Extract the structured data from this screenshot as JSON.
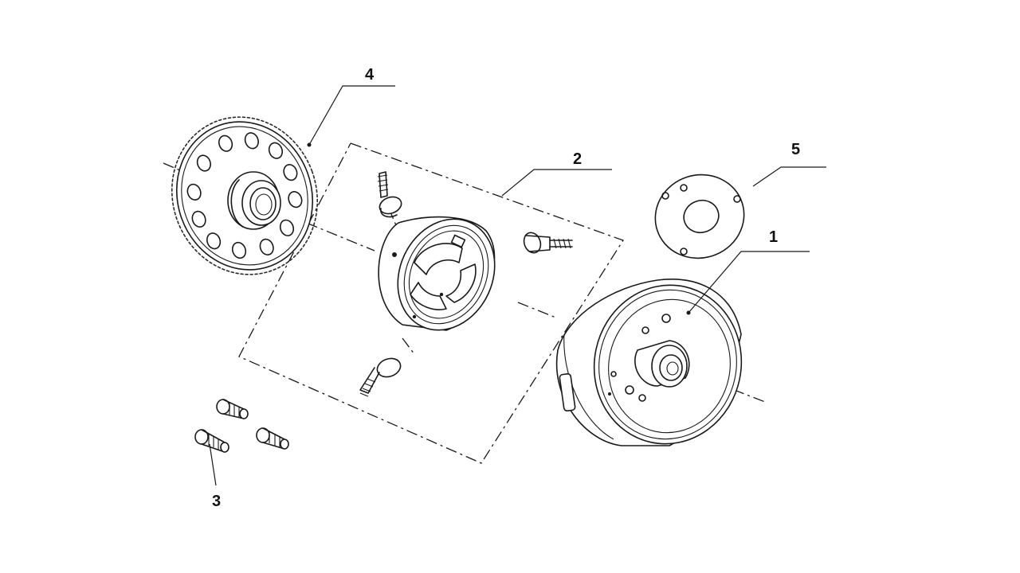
{
  "diagram": {
    "callouts": [
      {
        "id": "1",
        "label": "1"
      },
      {
        "id": "2",
        "label": "2"
      },
      {
        "id": "3",
        "label": "3"
      },
      {
        "id": "4",
        "label": "4"
      },
      {
        "id": "5",
        "label": "5"
      }
    ],
    "colors": {
      "line": "#1a1a1a",
      "background": "#ffffff"
    },
    "parts": [
      {
        "callout": "1",
        "icon": "flywheel-rotor-icon"
      },
      {
        "callout": "2",
        "icon": "starter-clutch-assembly-icon"
      },
      {
        "callout": "3",
        "icon": "bolt-icon"
      },
      {
        "callout": "4",
        "icon": "starter-driven-gear-icon"
      },
      {
        "callout": "5",
        "icon": "plate-washer-icon"
      }
    ]
  }
}
